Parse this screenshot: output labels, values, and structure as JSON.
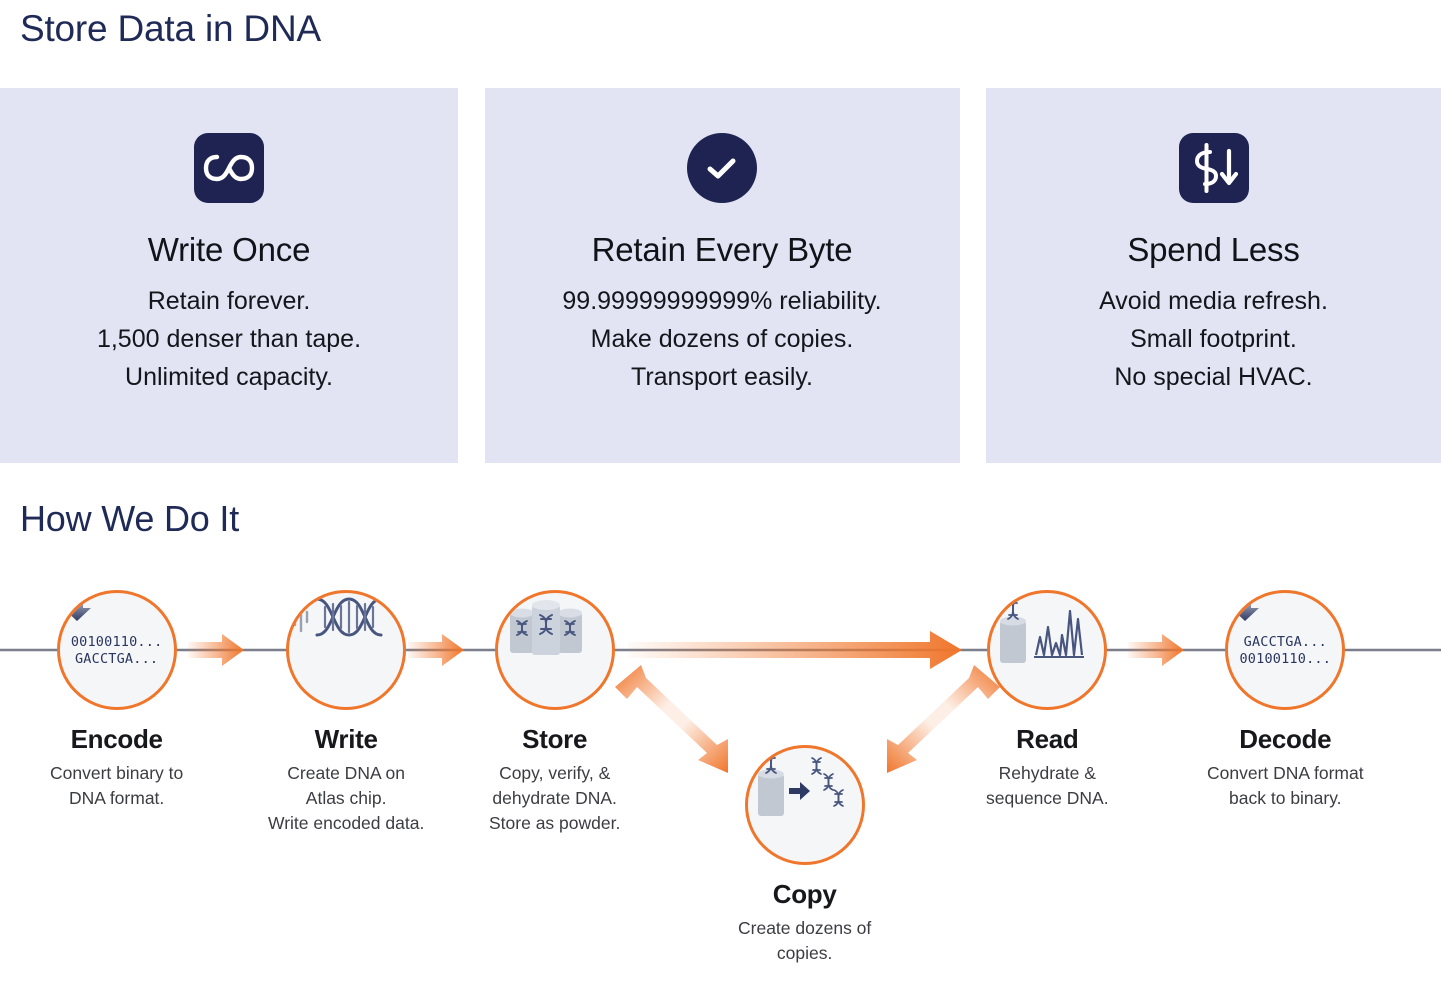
{
  "page": {
    "title": "Store Data in DNA",
    "section_title": "How We Do It"
  },
  "colors": {
    "navy": "#1e2352",
    "title_navy": "#1f2a56",
    "card_bg": "#e2e4f4",
    "orange": "#f0762c",
    "line_gray": "#7b7f8c",
    "dna_blue": "#48557f"
  },
  "cards": [
    {
      "icon": "infinity-icon",
      "title": "Write Once",
      "lines": [
        "Retain forever.",
        "1,500 denser than tape.",
        "Unlimited capacity."
      ]
    },
    {
      "icon": "check-circle-icon",
      "title": "Retain Every Byte",
      "lines": [
        "99.99999999999% reliability.",
        "Make dozens of copies.",
        "Transport easily."
      ]
    },
    {
      "icon": "dollar-down-icon",
      "title": "Spend Less",
      "lines": [
        "Avoid media refresh.",
        "Small footprint.",
        "No special HVAC."
      ]
    }
  ],
  "flow": {
    "steps": [
      {
        "key": "encode",
        "label": "Encode",
        "desc": [
          "Convert binary to",
          "DNA format."
        ],
        "icon": "binary-to-dna-icon",
        "top_code": "00100110...",
        "bottom_code": "GACCTGA..."
      },
      {
        "key": "write",
        "label": "Write",
        "desc": [
          "Create DNA on",
          "Atlas chip.",
          "Write encoded data."
        ],
        "icon": "dna-helix-icon"
      },
      {
        "key": "store",
        "label": "Store",
        "desc": [
          "Copy, verify, &",
          "dehydrate DNA.",
          "Store as powder."
        ],
        "icon": "dna-vials-icon"
      },
      {
        "key": "copy",
        "label": "Copy",
        "desc": [
          "Create dozens of",
          "copies."
        ],
        "icon": "dna-copy-icon"
      },
      {
        "key": "read",
        "label": "Read",
        "desc": [
          "Rehydrate &",
          "sequence DNA."
        ],
        "icon": "dna-sequencer-icon"
      },
      {
        "key": "decode",
        "label": "Decode",
        "desc": [
          "Convert DNA format",
          "back to binary."
        ],
        "icon": "dna-to-binary-icon",
        "top_code": "GACCTGA...",
        "bottom_code": "00100110..."
      }
    ]
  }
}
